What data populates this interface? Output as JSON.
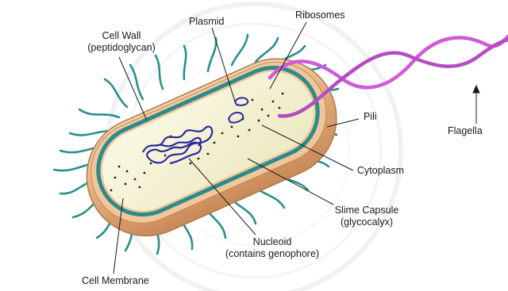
{
  "labels": {
    "cell_wall_line1": "Cell Wall",
    "cell_wall_line2": "(peptidoglycan)",
    "plasmid": "Plasmid",
    "ribosomes": "Ribosomes",
    "pili": "Pili",
    "flagella": "Flagella",
    "cytoplasm": "Cytoplasm",
    "slime_capsule_line1": "Slime Capsule",
    "slime_capsule_line2": "(glycocalyx)",
    "nucleoid_line1": "Nucleoid",
    "nucleoid_line2": "(contains genophore)",
    "cell_membrane": "Cell Membrane"
  },
  "colors": {
    "capsule_outer": "#d9a070",
    "capsule_light": "#f2c9a0",
    "cell_wall": "#2e8b8b",
    "cytoplasm": "#f6f3d6",
    "pili": "#2a8f8f",
    "flagella": "#c94fd6",
    "nucleoid": "#2a2aa0",
    "plasmid": "#2a2aa0",
    "leader_lines": "#1a1a1a",
    "watermark": "#e4e4e4"
  }
}
